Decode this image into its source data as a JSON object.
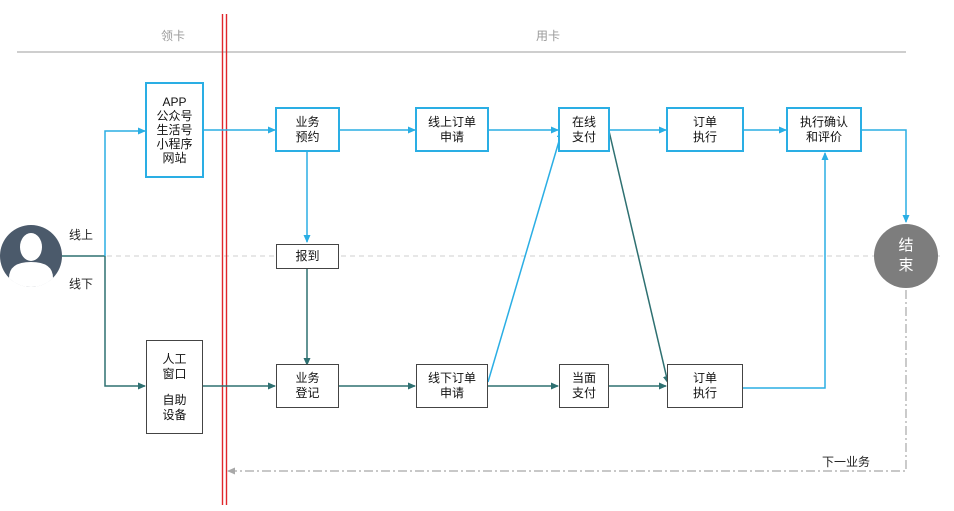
{
  "header": {
    "phase_get_card": "领卡",
    "phase_use_card": "用卡"
  },
  "user": {
    "icon": "user-avatar-icon",
    "online_label": "线上",
    "offline_label": "线下"
  },
  "online": {
    "channels": [
      "APP",
      "公众号",
      "生活号",
      "小程序",
      "网站"
    ],
    "reserve": [
      "业务",
      "预约"
    ],
    "order_apply": [
      "线上订单",
      "申请"
    ],
    "pay": [
      "在线",
      "支付"
    ],
    "order_exec": [
      "订单",
      "执行"
    ],
    "confirm": [
      "执行确认",
      "和评价"
    ]
  },
  "checkin": "报到",
  "offline": {
    "channels_top": [
      "人工",
      "窗口"
    ],
    "channels_bottom": [
      "自助",
      "设备"
    ],
    "register": [
      "业务",
      "登记"
    ],
    "order_apply": [
      "线下订单",
      "申请"
    ],
    "pay": [
      "当面",
      "支付"
    ],
    "order_exec": [
      "订单",
      "执行"
    ]
  },
  "end": [
    "结",
    "束"
  ],
  "next_business": "下一业务",
  "colors": {
    "online_line": "#2aaee4",
    "offline_line": "#2e7071",
    "divider": "#e0262b",
    "end_circle": "#7d7d7d"
  }
}
